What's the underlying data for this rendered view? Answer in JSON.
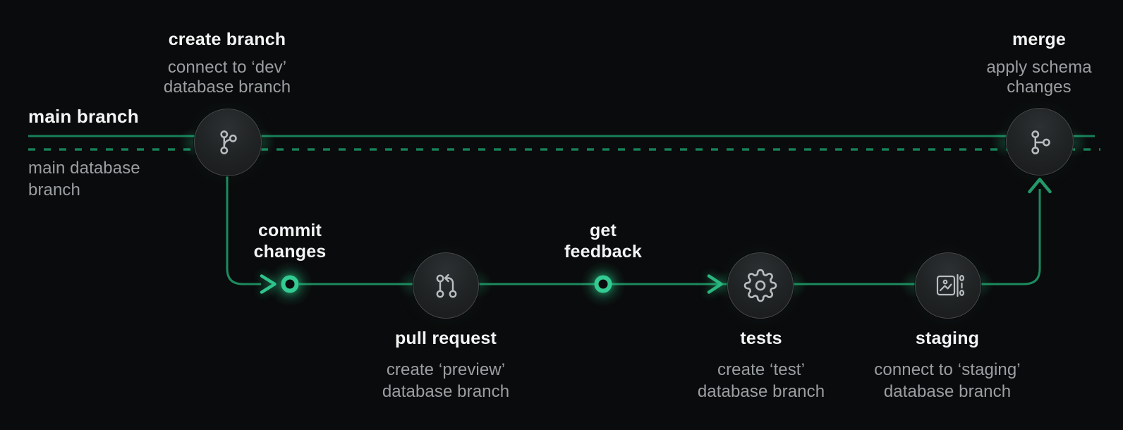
{
  "colors": {
    "background": "#0a0b0c",
    "track_green": "#177f57",
    "accent_green": "#2fc48c",
    "heading_text": "#f3f4f4",
    "muted_text": "#9b9fa2",
    "node_border": "#45484b",
    "icon_stroke": "#b9bdc0"
  },
  "main_track": {
    "branch_label": "main branch",
    "database_label_line1": "main database",
    "database_label_line2": "branch"
  },
  "steps": {
    "create_branch": {
      "title": "create branch",
      "subtitle_line1": "connect to ‘dev’",
      "subtitle_line2": "database branch",
      "icon": "git-branch-icon"
    },
    "commit_changes": {
      "title_line1": "commit",
      "title_line2": "changes",
      "marker": "commit-point-ring"
    },
    "pull_request": {
      "title": "pull request",
      "subtitle_line1": "create ‘preview’",
      "subtitle_line2": "database branch",
      "icon": "git-pull-request-icon"
    },
    "get_feedback": {
      "title_line1": "get",
      "title_line2": "feedback",
      "marker": "feedback-point-ring"
    },
    "tests": {
      "title": "tests",
      "subtitle_line1": "create ‘test’",
      "subtitle_line2": "database branch",
      "icon": "gear-icon"
    },
    "staging": {
      "title": "staging",
      "subtitle_line1": "connect to ‘staging’",
      "subtitle_line2": "database branch",
      "icon": "image-to-binary-icon"
    },
    "merge": {
      "title": "merge",
      "subtitle_line1": "apply schema",
      "subtitle_line2": "changes",
      "icon": "git-merge-icon"
    }
  }
}
